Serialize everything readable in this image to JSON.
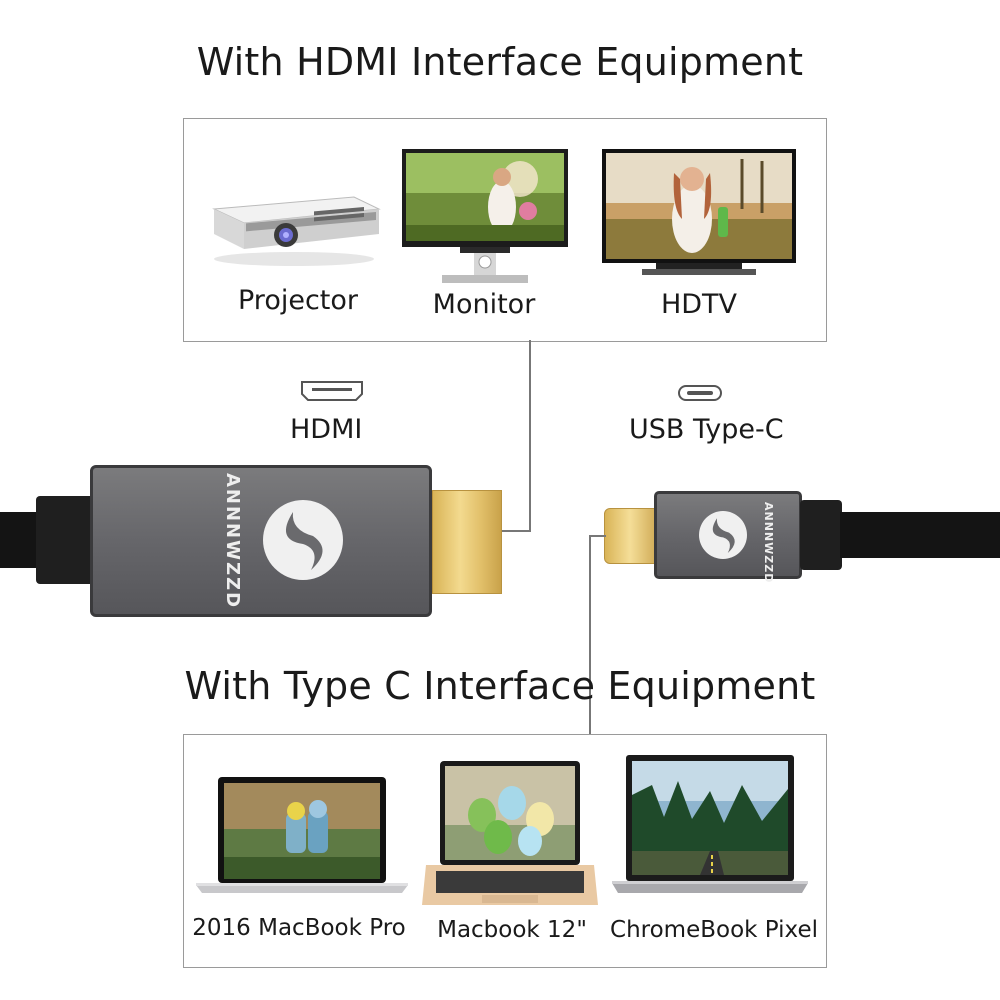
{
  "hdmi_section": {
    "heading": "With HDMI Interface Equipment",
    "devices": [
      {
        "label": "Projector"
      },
      {
        "label": "Monitor"
      },
      {
        "label": "HDTV"
      }
    ]
  },
  "cable": {
    "hdmi_port_label": "HDMI",
    "usbc_port_label": "USB Type-C",
    "hdmi_connector_brand": "ANNNWZZD",
    "usbc_connector_brand": "ANNNWZZD",
    "housing_color": "#6e6e70",
    "gold_plug_color": "#e6c772",
    "cable_color": "#141414"
  },
  "typec_section": {
    "heading": "With Type C Interface Equipment",
    "devices": [
      {
        "label": "2016 MacBook Pro"
      },
      {
        "label": "Macbook 12\""
      },
      {
        "label": "ChromeBook Pixel"
      }
    ]
  }
}
